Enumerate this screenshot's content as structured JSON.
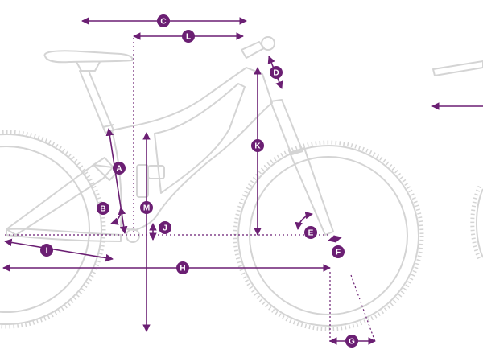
{
  "colors": {
    "accent": "#6b1f73",
    "frame_line": "#d4d4d4",
    "background": "#ffffff"
  },
  "markers": {
    "A": "A",
    "B": "B",
    "C": "C",
    "D": "D",
    "E": "E",
    "F": "F",
    "G": "G",
    "H": "H",
    "I": "I",
    "J": "J",
    "K": "K",
    "L": "L",
    "M": "M"
  }
}
